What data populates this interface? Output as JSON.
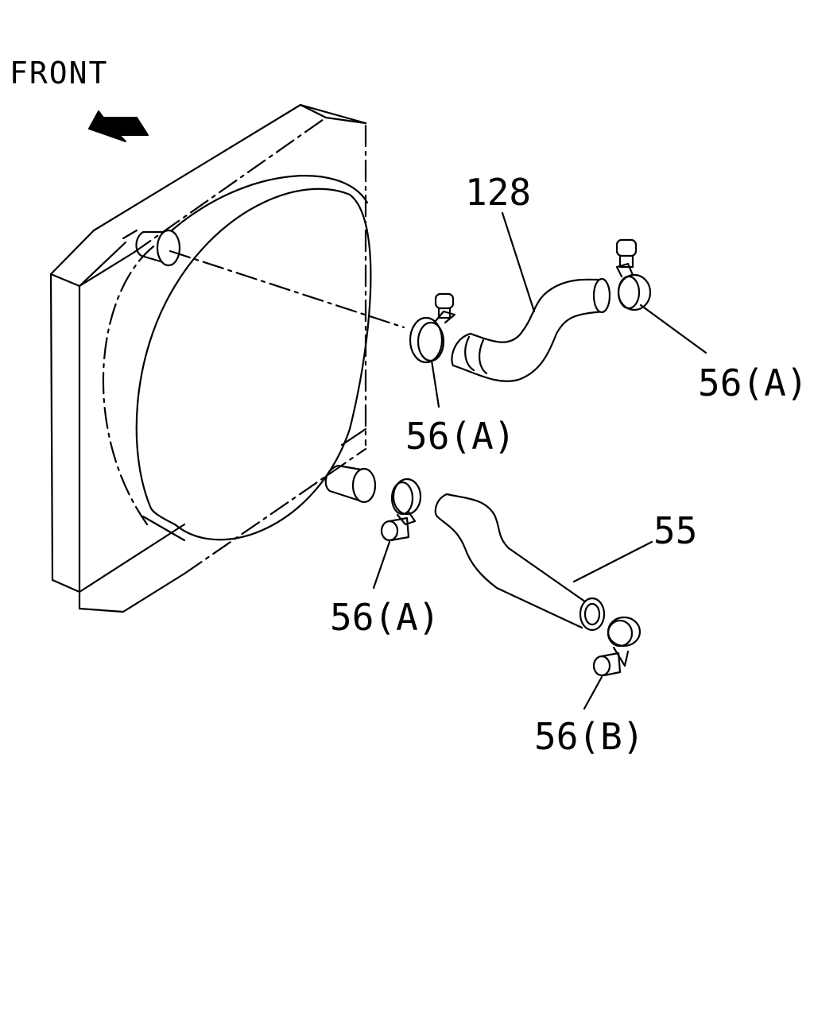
{
  "direction": {
    "text": "FRONT"
  },
  "callouts": [
    {
      "id": "upper-hose",
      "text": "128"
    },
    {
      "id": "clamp-upper-right",
      "text": "56(A)"
    },
    {
      "id": "clamp-upper-left",
      "text": "56(A)"
    },
    {
      "id": "lower-hose",
      "text": "55"
    },
    {
      "id": "clamp-lower-left",
      "text": "56(A)"
    },
    {
      "id": "clamp-lower-right",
      "text": "56(B)"
    }
  ],
  "colors": {
    "line": "#000000",
    "background": "#ffffff"
  }
}
